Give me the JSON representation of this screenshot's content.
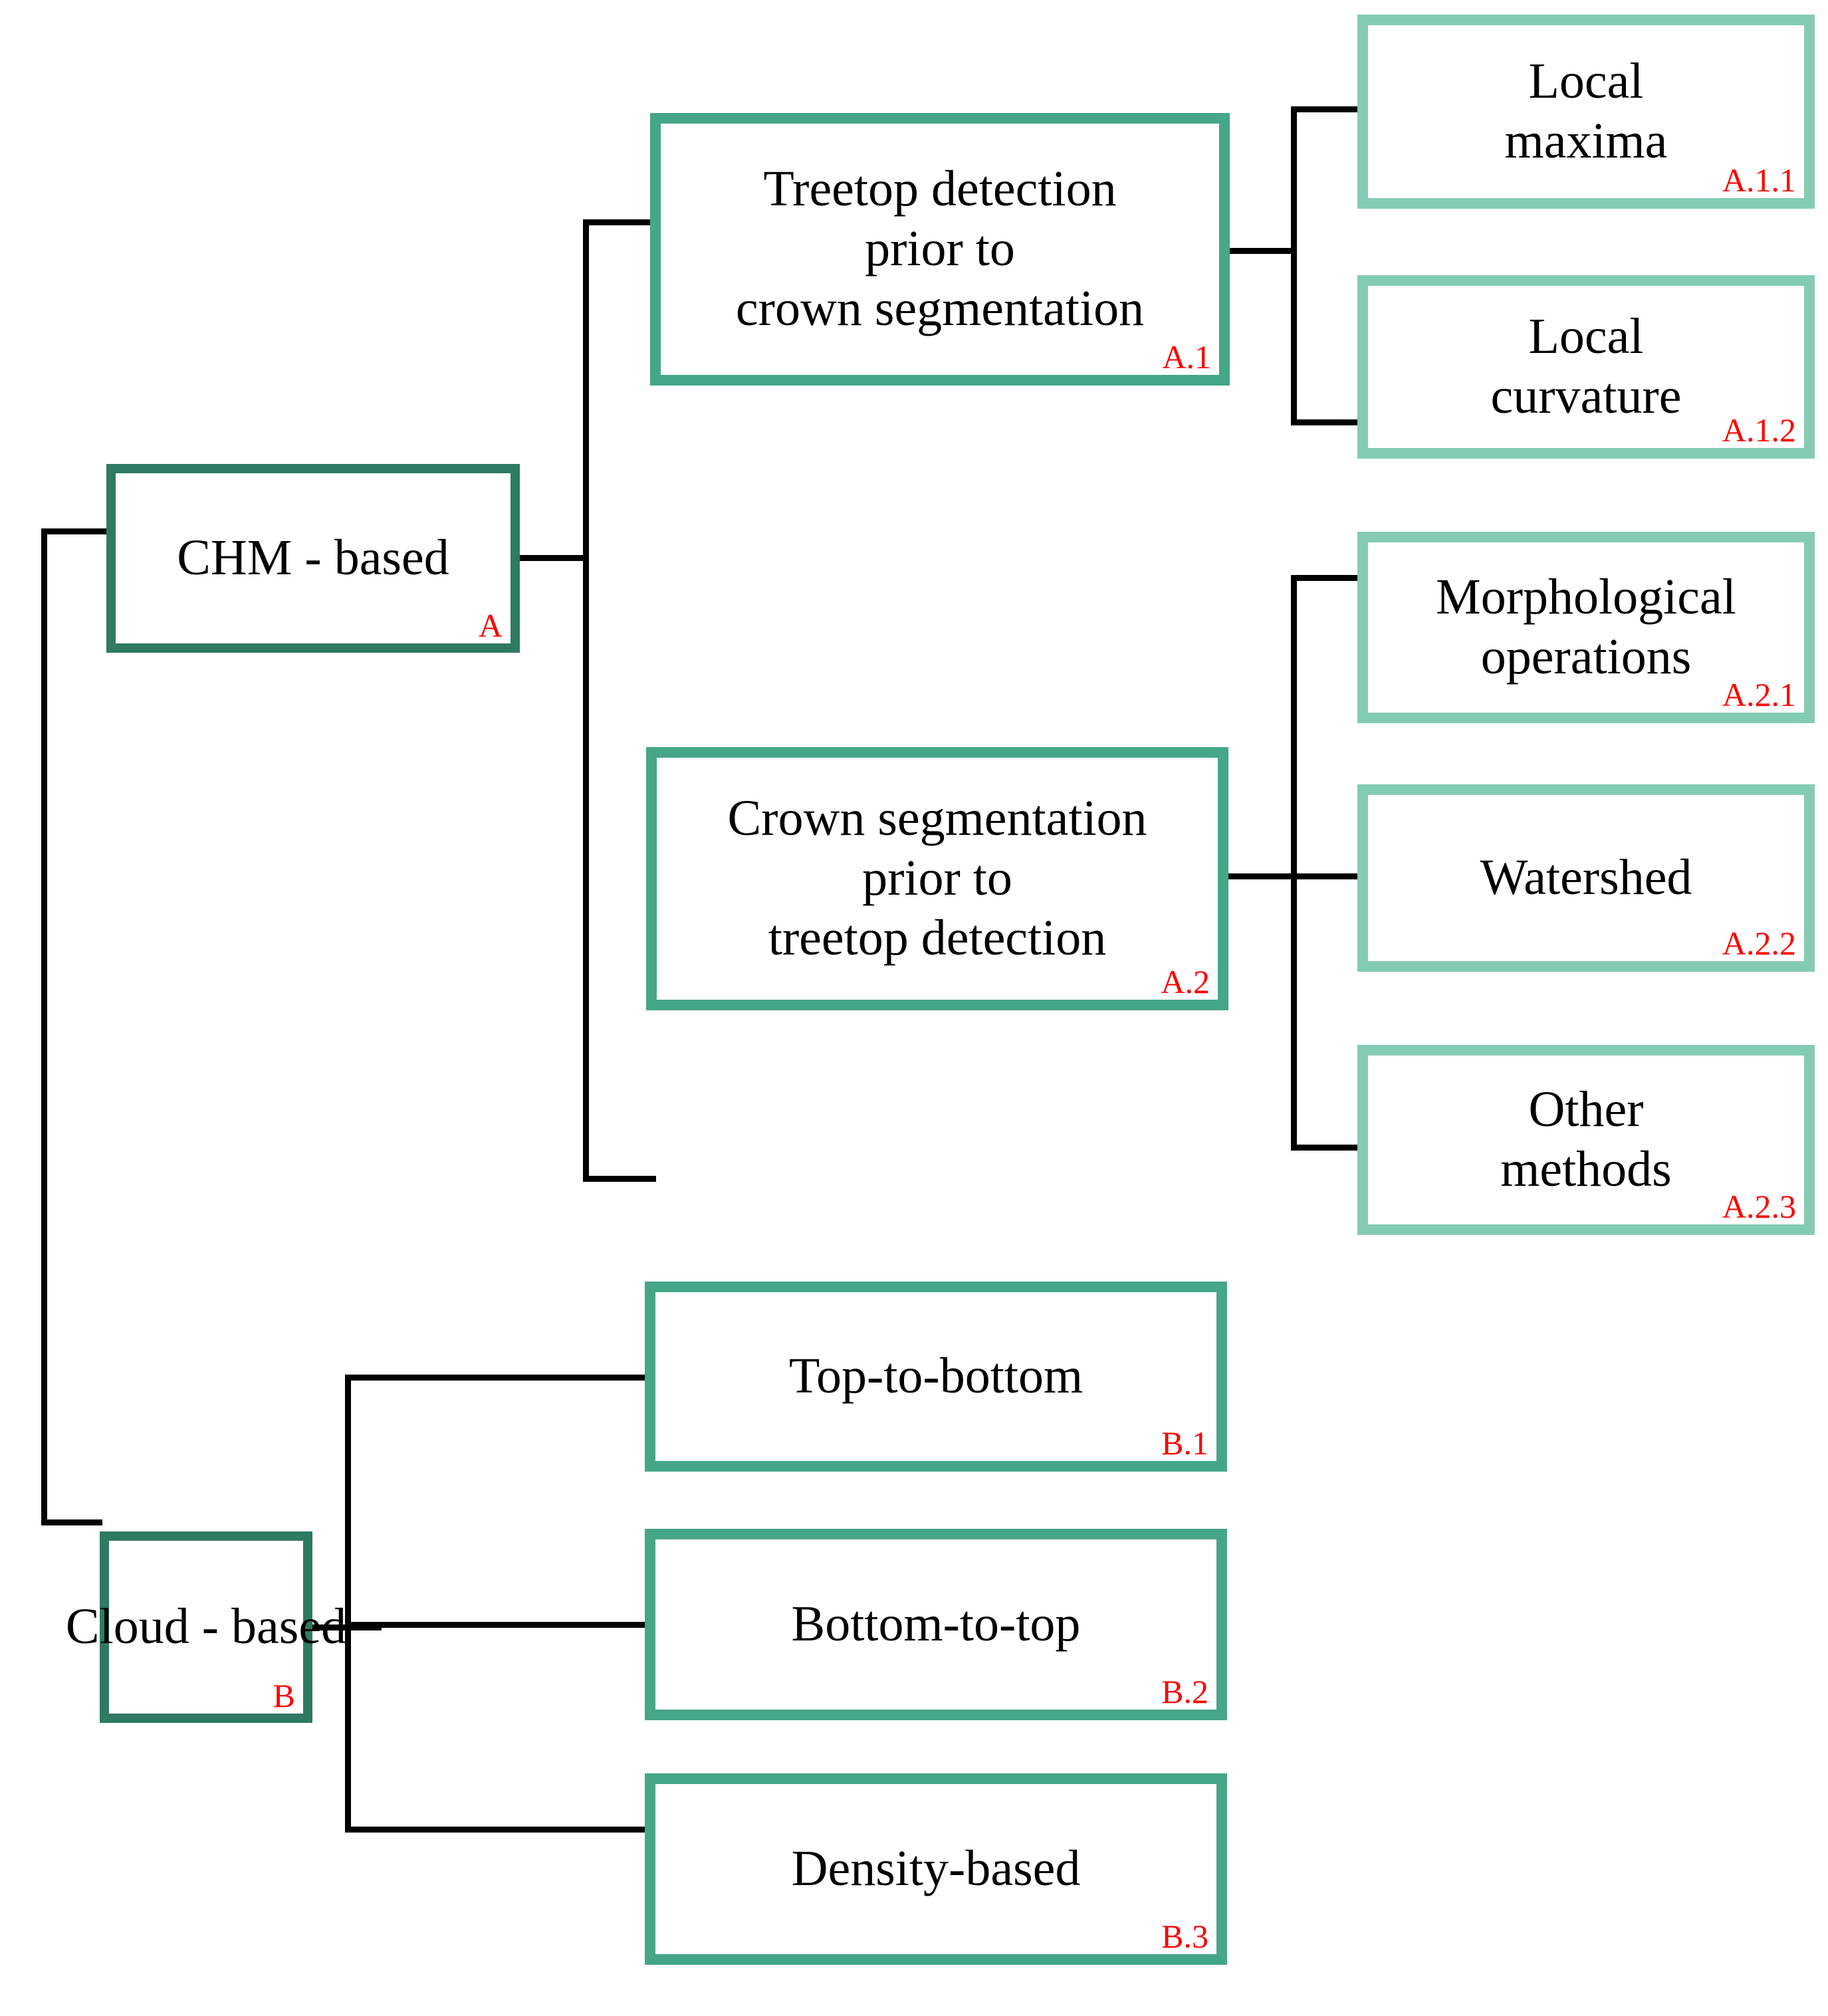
{
  "diagram": {
    "type": "hierarchy-tree",
    "title": "Individual tree detection method taxonomy",
    "colors": {
      "level1_border": "#2f7a63",
      "level2_border": "#45a688",
      "level3_border": "#84ccb1",
      "code_text": "#ff0000",
      "label_text": "#000000",
      "connector": "#000000",
      "background": "#ffffff"
    }
  },
  "nodes": {
    "a": {
      "label": "CHM - based",
      "code": "A"
    },
    "a1": {
      "label": "Treetop detection\nprior to\ncrown segmentation",
      "code": "A.1"
    },
    "a11": {
      "label": "Local\nmaxima",
      "code": "A.1.1"
    },
    "a12": {
      "label": "Local\ncurvature",
      "code": "A.1.2"
    },
    "a2": {
      "label": "Crown segmentation\nprior to\ntreetop detection",
      "code": "A.2"
    },
    "a21": {
      "label": "Morphological\noperations",
      "code": "A.2.1"
    },
    "a22": {
      "label": "Watershed",
      "code": "A.2.2"
    },
    "a23": {
      "label": "Other\nmethods",
      "code": "A.2.3"
    },
    "b": {
      "label": "Cloud - based",
      "code": "B"
    },
    "b1": {
      "label": "Top-to-bottom",
      "code": "B.1"
    },
    "b2": {
      "label": "Bottom-to-top",
      "code": "B.2"
    },
    "b3": {
      "label": "Density-based",
      "code": "B.3"
    }
  }
}
